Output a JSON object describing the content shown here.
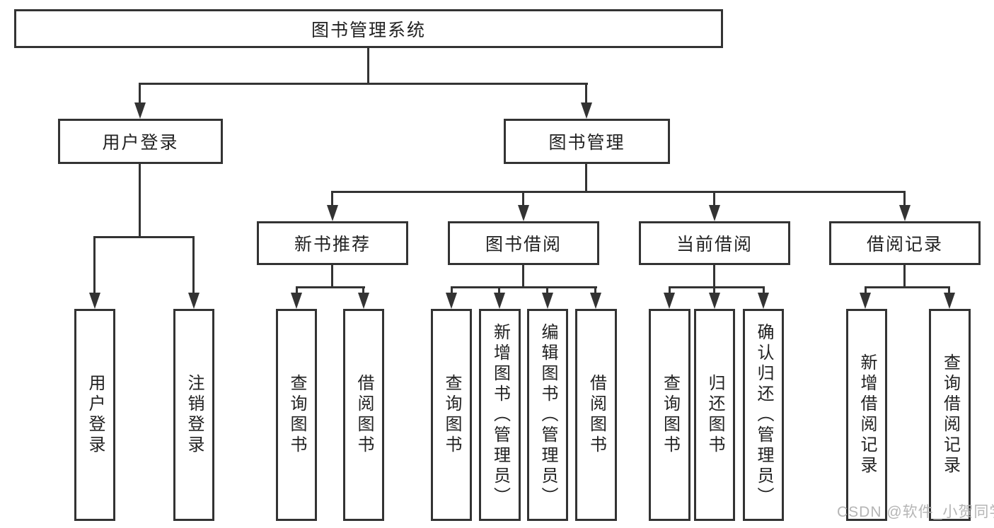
{
  "tree": {
    "root": {
      "label": "图书管理系统"
    },
    "children": [
      {
        "label": "用户登录",
        "children": [
          {
            "label": "用户登录"
          },
          {
            "label": "注销登录"
          }
        ]
      },
      {
        "label": "图书管理",
        "children": [
          {
            "label": "新书推荐",
            "children": [
              {
                "label": "查询图书"
              },
              {
                "label": "借阅图书"
              }
            ]
          },
          {
            "label": "图书借阅",
            "children": [
              {
                "label": "查询图书"
              },
              {
                "label": "新增图书（管理员）"
              },
              {
                "label": "编辑图书（管理员）"
              },
              {
                "label": "借阅图书"
              }
            ]
          },
          {
            "label": "当前借阅",
            "children": [
              {
                "label": "查询图书"
              },
              {
                "label": "归还图书"
              },
              {
                "label": "确认归还（管理员）"
              }
            ]
          },
          {
            "label": "借阅记录",
            "children": [
              {
                "label": "新增借阅记录"
              },
              {
                "label": "查询借阅记录"
              }
            ]
          }
        ]
      }
    ]
  },
  "watermark": {
    "text": "CSDN @软件_小贺同学"
  },
  "colors": {
    "line": "#333333",
    "text": "#222222",
    "watermark": "#b5b5b5",
    "background": "#ffffff"
  }
}
